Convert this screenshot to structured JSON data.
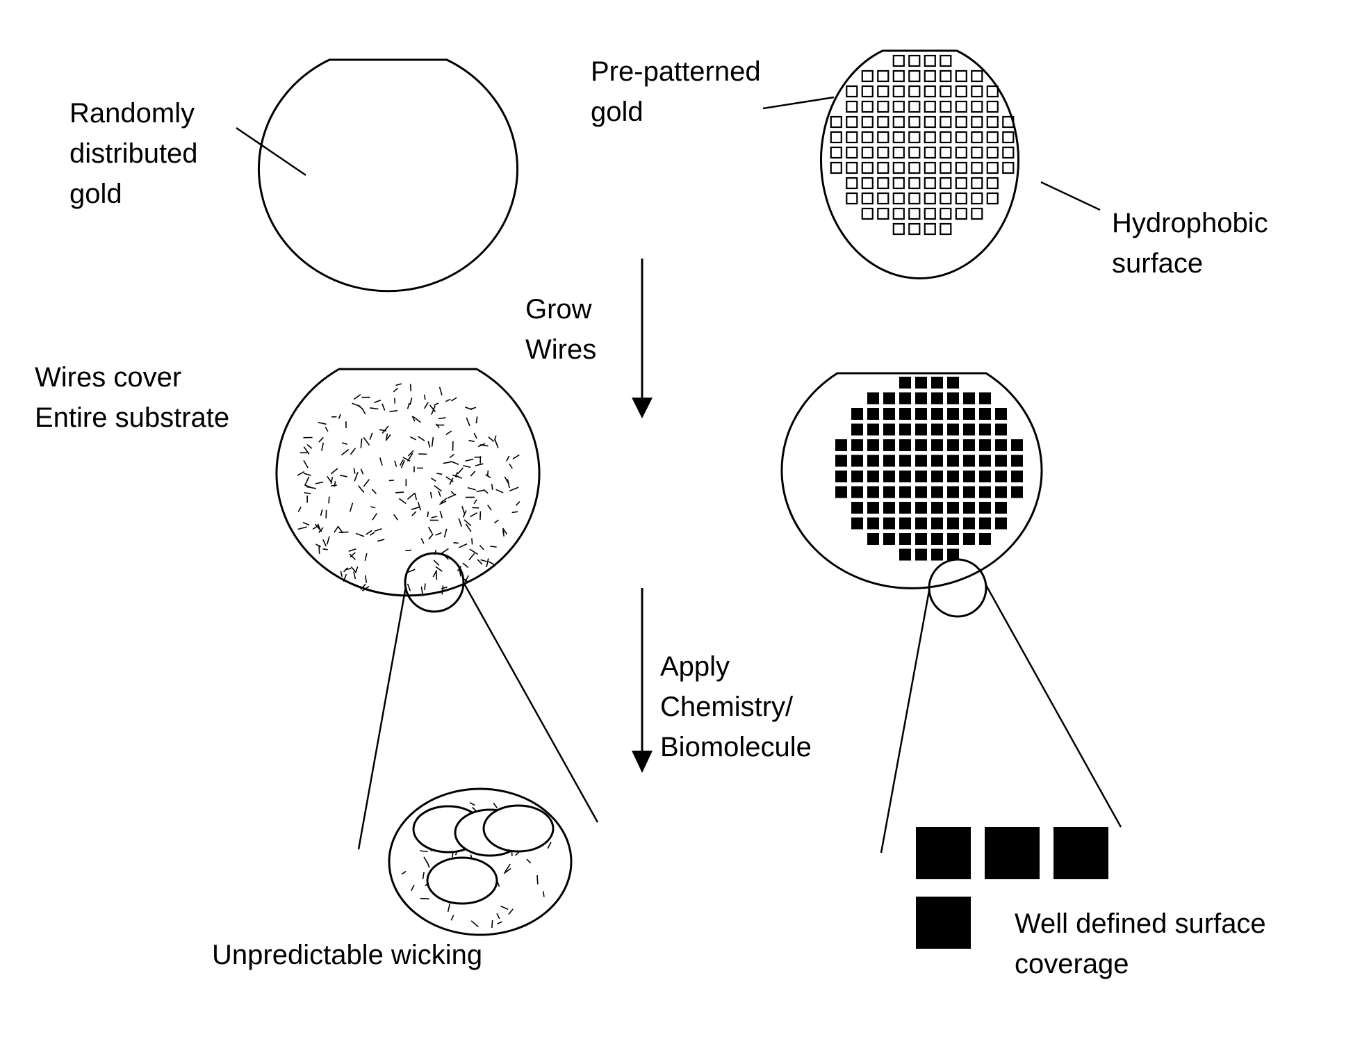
{
  "labels": {
    "randomly_distributed_gold": [
      "Randomly",
      "distributed",
      "gold"
    ],
    "pre_patterned_gold": [
      "Pre-patterned",
      "gold"
    ],
    "hydrophobic_surface": [
      "Hydrophobic",
      "surface"
    ],
    "grow_wires": [
      "Grow",
      "Wires"
    ],
    "wires_cover": [
      "Wires cover",
      "Entire substrate"
    ],
    "apply_chemistry": [
      "Apply",
      "Chemistry/",
      "Biomolecule"
    ],
    "unpredictable_wicking": "Unpredictable wicking",
    "well_defined": [
      "Well defined surface",
      "coverage"
    ]
  },
  "pattern_rows": [
    4,
    8,
    10,
    10,
    12,
    12,
    12,
    12,
    10,
    10,
    8,
    4
  ],
  "colors": {
    "ink": "#000000",
    "background": "#ffffff"
  }
}
